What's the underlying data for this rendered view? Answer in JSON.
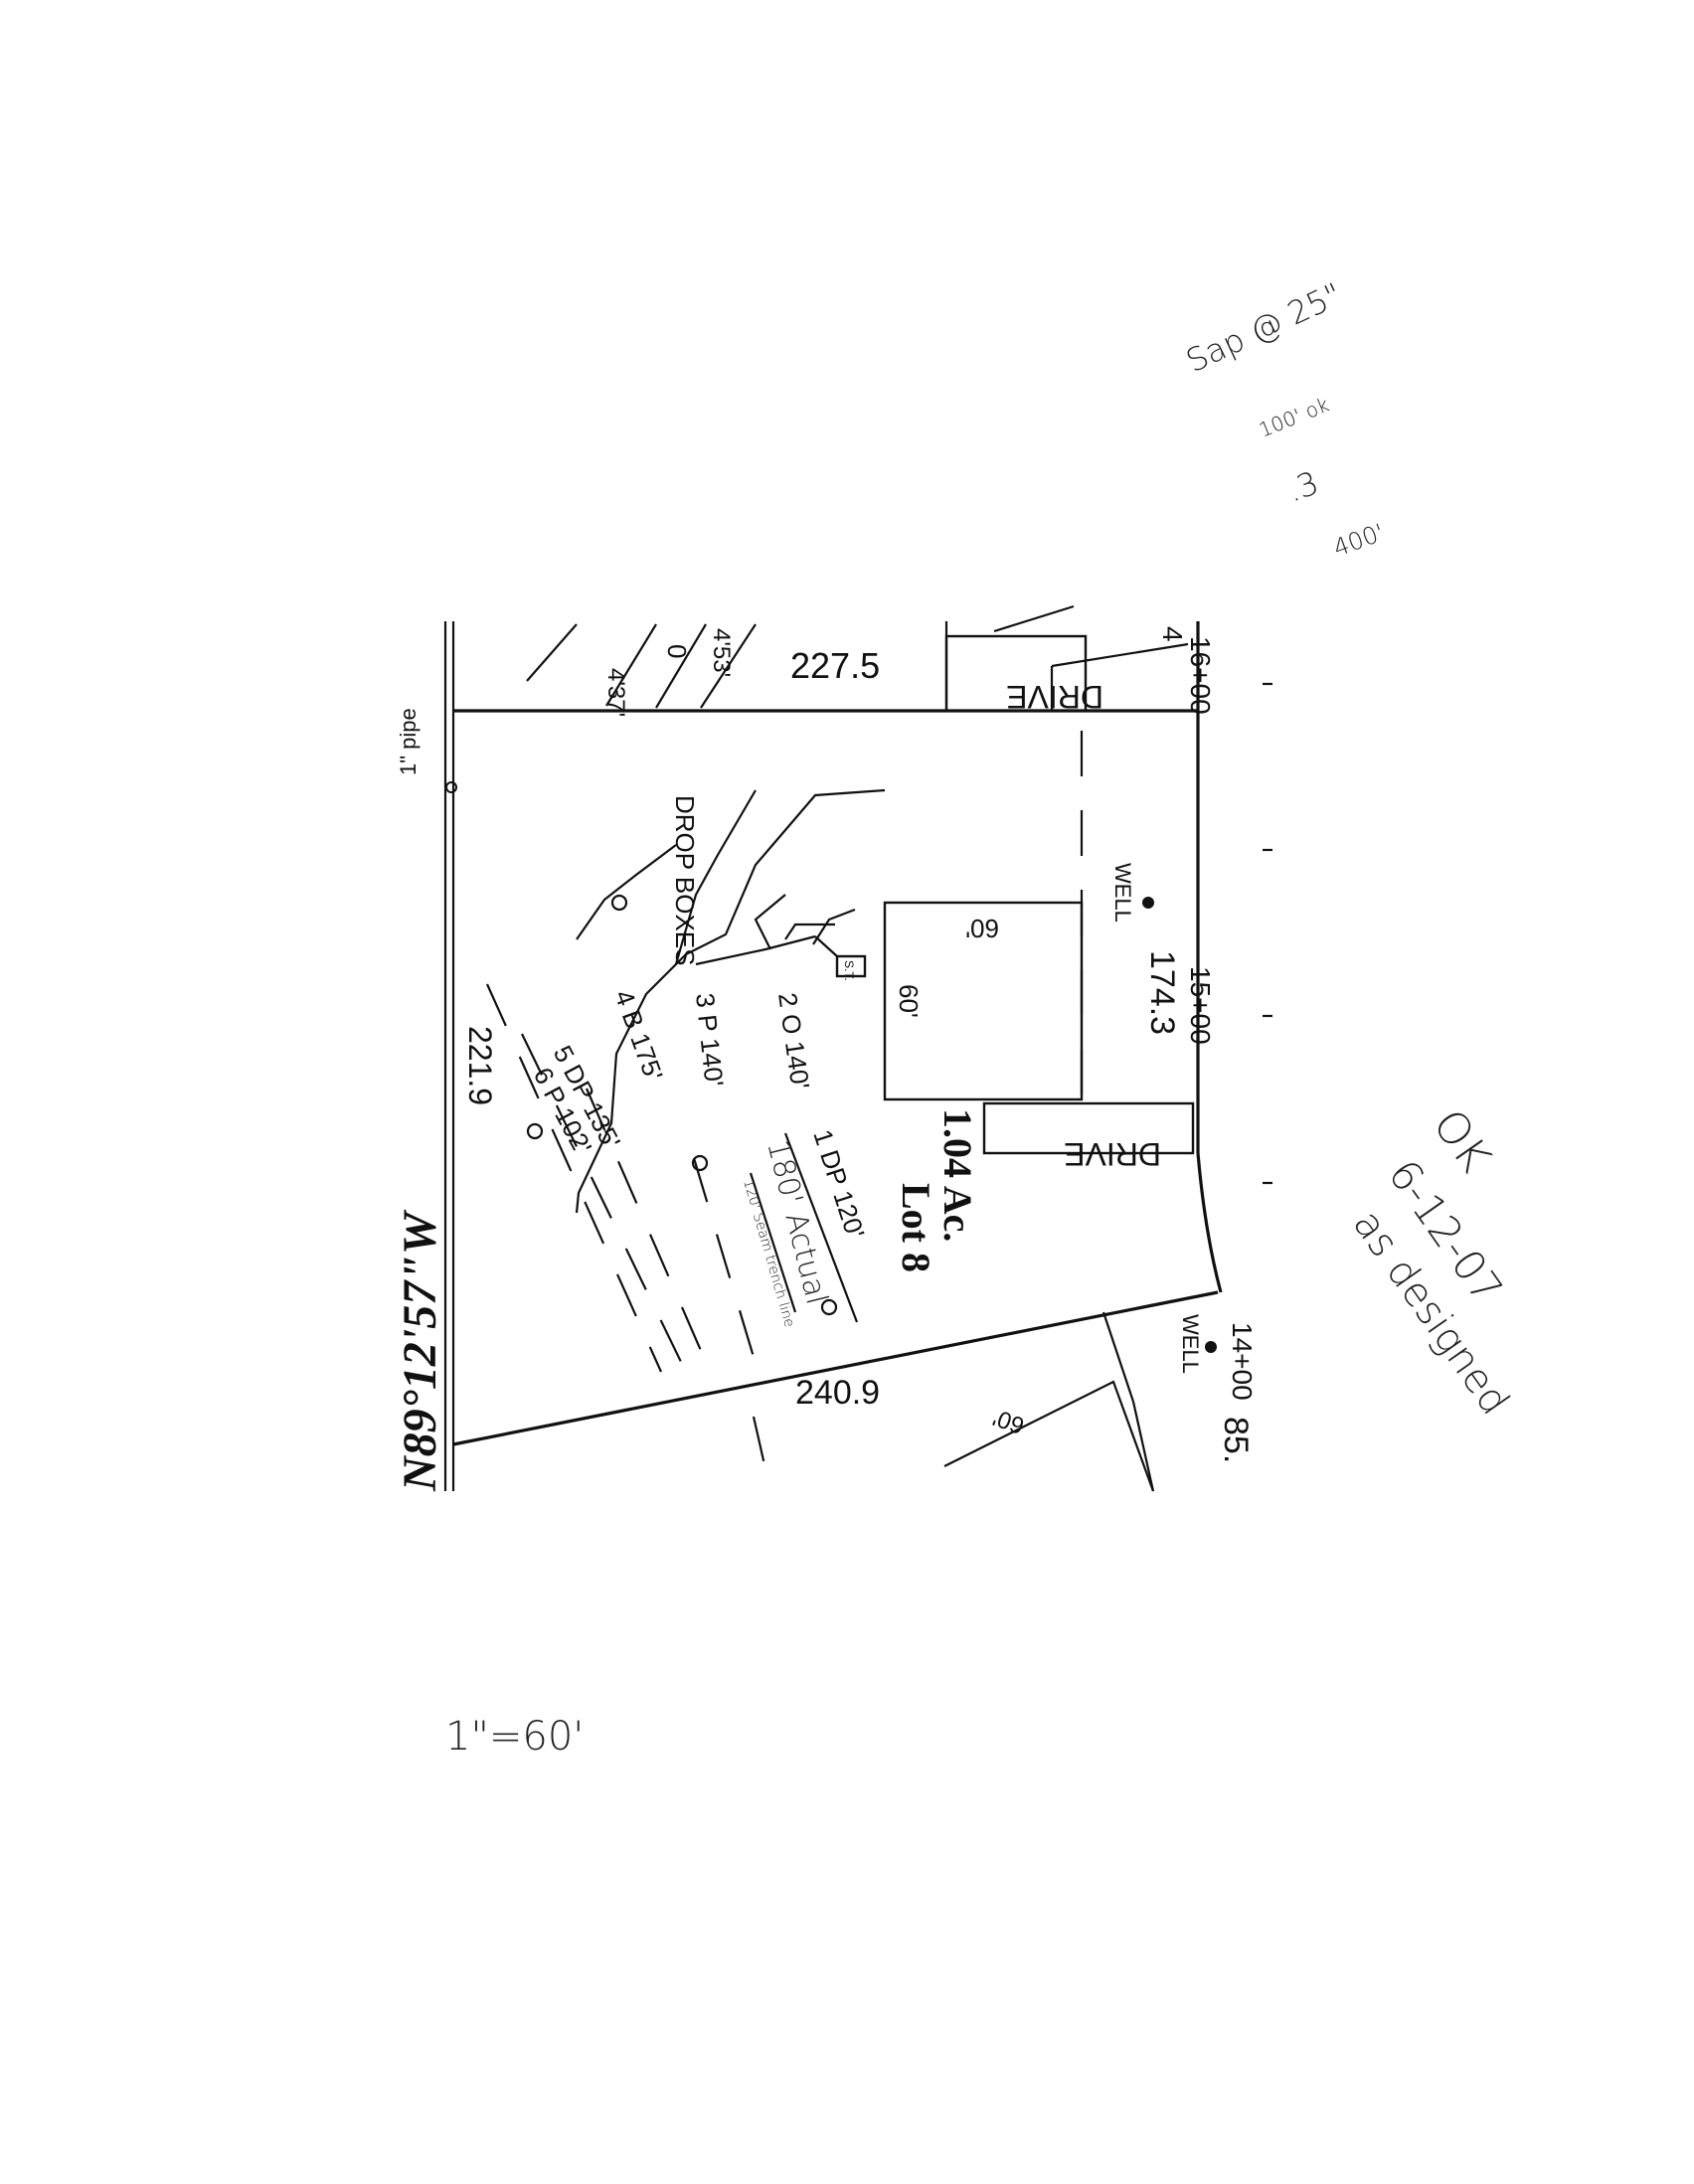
{
  "plan": {
    "bearing": "N89°12'57\"W",
    "pipe_label": "1\" pipe",
    "top_boundary": "227.5",
    "left_boundary": "221.9",
    "bottom_boundary": "240.9",
    "right_boundary": "174.3",
    "right_boundary_partial": "85.",
    "lot_label": "Lot 8",
    "acreage": "1.04 Ac.",
    "drive_label": "DRIVE",
    "well_label": "WELL",
    "house_dim": "60'",
    "drop_boxes_label": "DROP BOXES",
    "septic_tank": "S.T.",
    "stations": [
      "16+00",
      "15+00",
      "14+00"
    ],
    "trenches": [
      {
        "num": "1",
        "type": "DP",
        "length": "120'"
      },
      {
        "num": "2",
        "type": "O",
        "length": "140'"
      },
      {
        "num": "3",
        "type": "P",
        "length": "140'"
      },
      {
        "num": "4",
        "type": "B",
        "length": "175'"
      },
      {
        "num": "5",
        "type": "DP",
        "length": "135'"
      },
      {
        "num": "6",
        "type": "P",
        "length": "102'"
      }
    ],
    "neighbor_labels": [
      "0",
      "4'53'",
      "4'37'",
      "4"
    ],
    "scale_note": "1\"=60'"
  },
  "annotations": {
    "sap_note": "Sap @ 25\"",
    "ok_note_small": "100' ok",
    "point_three": ".3",
    "four_hundred": "400'",
    "actual_note": "180' Actual",
    "actual_sub": "120' Seam trench line",
    "ok_stamp": "OK",
    "date_stamp": "6-12-07",
    "as_designed": "as designed"
  }
}
